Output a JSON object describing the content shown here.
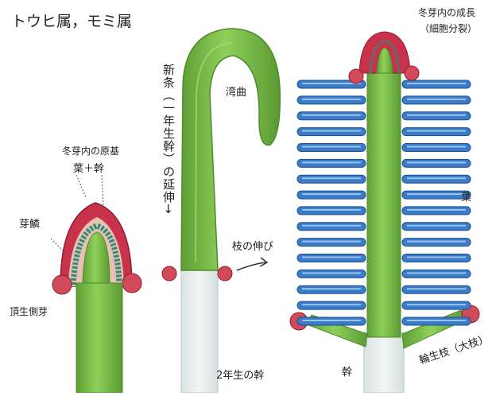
{
  "title": "トウヒ属，モミ属",
  "labels": {
    "primordium_heading": "冬芽内の原基",
    "leaf_stem": "葉＋幹",
    "bud_scale": "芽鱗",
    "lateral_bud": "頂生側芽",
    "curve": "湾曲",
    "new_shoot": "新条（一年生幹）の延伸→",
    "branch_extension": "枝の伸び",
    "two_year_stem": "2年生の幹",
    "growth_heading": "冬芽内の成長",
    "cell_division": "（細胞分裂）",
    "leaf": "葉",
    "stem": "幹",
    "whorl_branch": "輪生枝（大枝）"
  },
  "colors": {
    "stem_green": "#7cc04a",
    "stem_dark": "#4d8a2c",
    "bud_red": "#c8324a",
    "bud_teal": "#2f8a7a",
    "needle_blue": "#3a7cc8",
    "old_stem": "#e4ecea"
  }
}
